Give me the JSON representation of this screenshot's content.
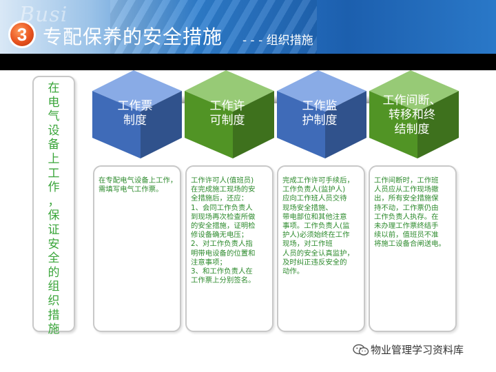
{
  "header": {
    "number": "3",
    "title": "专配保养的安全措施",
    "subtitle": "- - - 组织措施",
    "ghost_text": "Busi"
  },
  "side_panel": {
    "chars": [
      "在",
      "电",
      "气",
      "设",
      "备",
      "上",
      "工",
      "作",
      "，",
      "保",
      "证",
      "安",
      "全",
      "的",
      "组",
      "织",
      "措",
      "施"
    ]
  },
  "steps": [
    {
      "label_lines": [
        "工作票",
        "制度"
      ],
      "color": "#4a7ed8"
    },
    {
      "label_lines": [
        "工作许",
        "可制度"
      ],
      "color": "#5fae2c"
    },
    {
      "label_lines": [
        "工作监",
        "护制度"
      ],
      "color": "#4a7ed8"
    },
    {
      "label_lines": [
        "工作间断、",
        "转移和终",
        "结制度"
      ],
      "color": "#5fae2c"
    }
  ],
  "cards": [
    {
      "lines": [
        "在专配电气设备上工作，",
        "需填写电气工作票。"
      ]
    },
    {
      "lines": [
        "工作许可人(值班员)",
        "在完成施工现场的安",
        "全措施后，还应：",
        "1、会同工作负责人",
        "到现场再次检查所做",
        "的安全措施，证明检",
        "修设备确无电压；",
        "2、对工作负责人指",
        "明带电设备的位置和",
        "注意事项；",
        "3、和工作负责人在",
        "工作票上分别签名。"
      ]
    },
    {
      "lines": [
        "完成工作许可手续后，",
        "工作负责人(监护人)",
        "应向工作班人员交待",
        "现场安全措施、",
        "带电部位和其他注意",
        "事项。工作负责人(监",
        "护人)必须始终在工作",
        "现场，对工作班",
        "人员的安全认真监护，",
        "及时纠正违反安全的",
        "动作。"
      ]
    },
    {
      "lines": [
        "工作间断时，工作班",
        "人员应从工作现场撤",
        "出，所有安全措施保",
        "持不动，工作票仍由",
        "工作负责人执存。在",
        "未办理工作票终结手",
        "续以前，值班员不准",
        "将施工设备合闸送电。"
      ]
    }
  ],
  "footer": {
    "icon": "wechat-icon",
    "label": "物业管理学习资料库"
  }
}
